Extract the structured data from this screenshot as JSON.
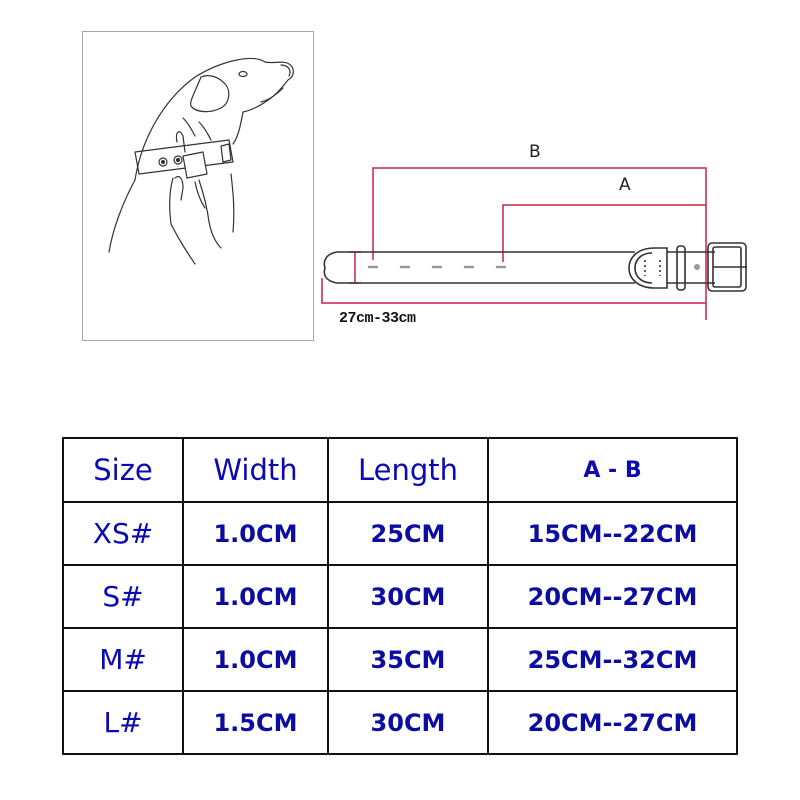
{
  "illustration": {
    "subject": "dog wearing collar being fastened by hand",
    "icon": "dog-collar-illustration"
  },
  "diagram": {
    "label_b": "B",
    "label_a": "A",
    "width_range": "27cm-33cm",
    "line_color": "#c8234a",
    "belt_holes": 5
  },
  "table": {
    "text_color": "#0a0ab4",
    "headers": [
      "Size",
      "Width",
      "Length",
      "A - B"
    ],
    "rows": [
      {
        "size": "XS#",
        "width": "1.0CM",
        "length": "25CM",
        "ab": "15CM--22CM"
      },
      {
        "size": "S#",
        "width": "1.0CM",
        "length": "30CM",
        "ab": "20CM--27CM"
      },
      {
        "size": "M#",
        "width": "1.0CM",
        "length": "35CM",
        "ab": "25CM--32CM"
      },
      {
        "size": "L#",
        "width": "1.5CM",
        "length": "30CM",
        "ab": "20CM--27CM"
      }
    ]
  }
}
